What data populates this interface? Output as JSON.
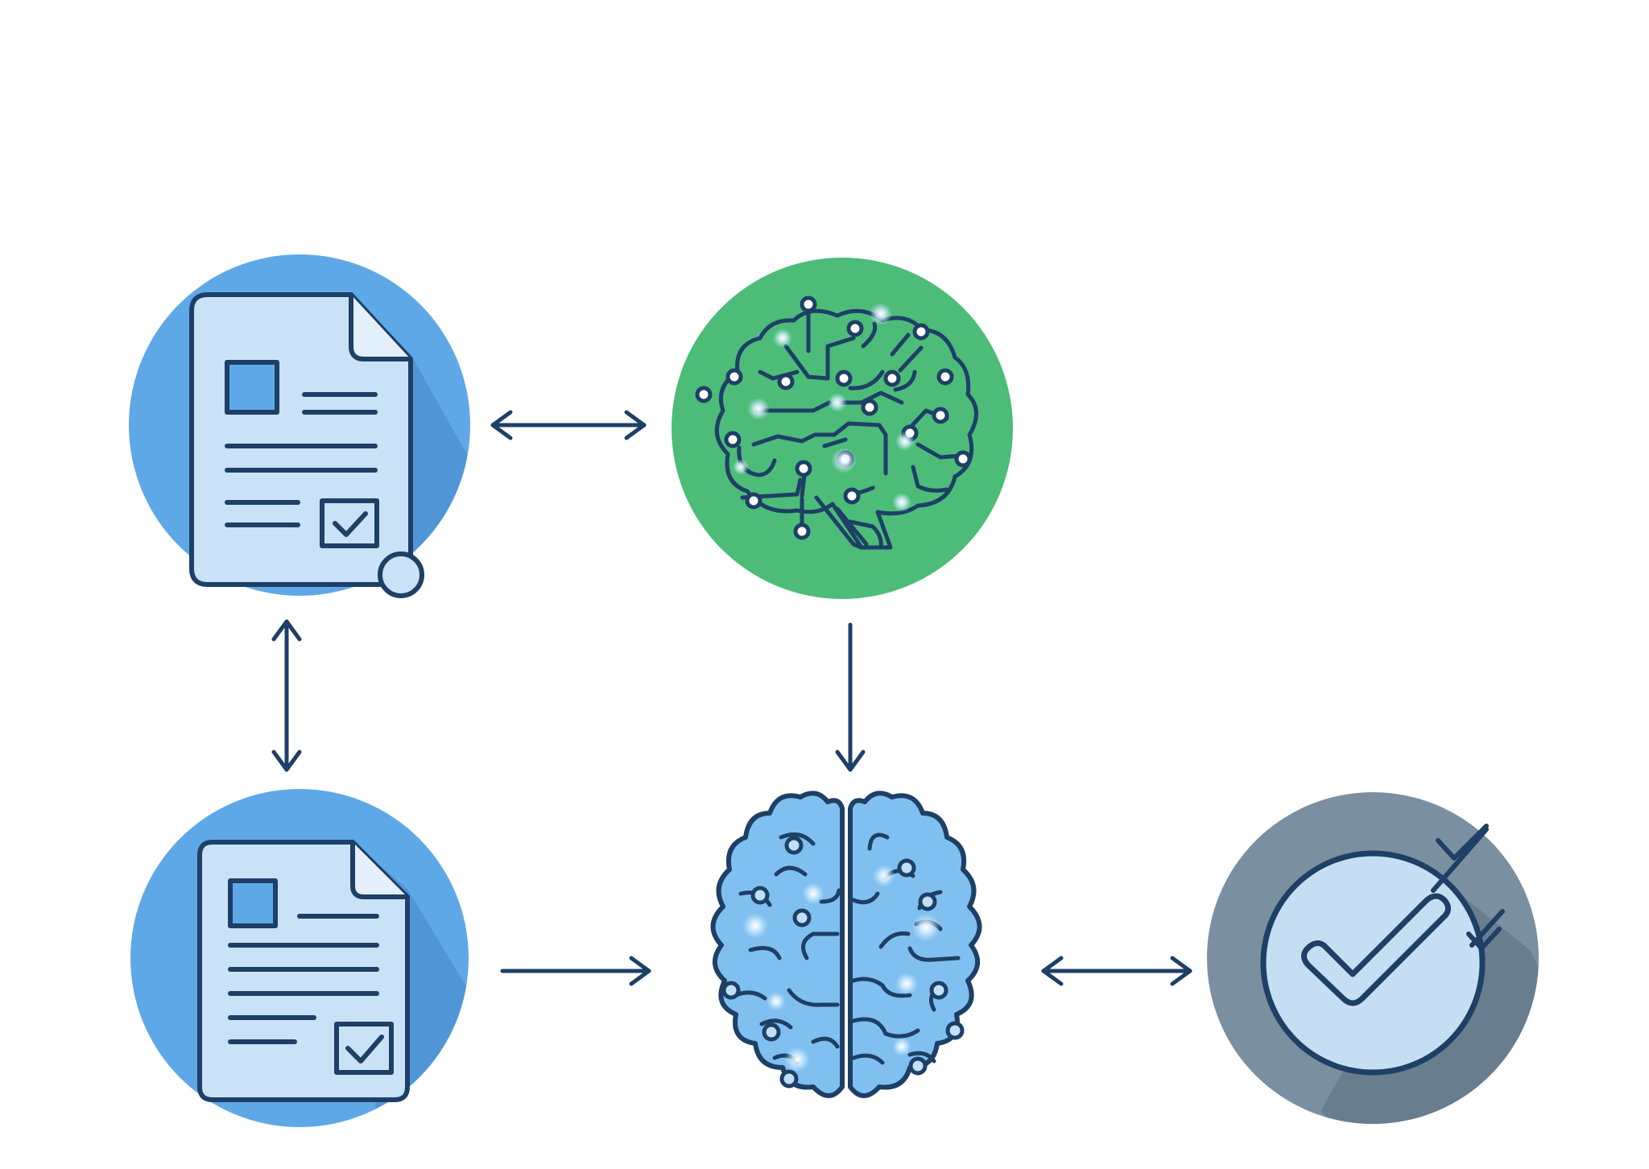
{
  "diagram": {
    "nodes": [
      {
        "id": "document-top",
        "icon": "document-with-checkbox-icon",
        "badge_icon": "circle-badge-icon",
        "fill": "#5fa8e8"
      },
      {
        "id": "ai-brain-circuit",
        "icon": "circuit-brain-icon",
        "fill": "#4cbc78"
      },
      {
        "id": "document-bottom",
        "icon": "document-with-checkbox-icon",
        "fill": "#5fa8e8"
      },
      {
        "id": "split-brain",
        "icon": "brain-hemispheres-icon",
        "fill": "#7fc0f0"
      },
      {
        "id": "verification",
        "icon": "checkmark-circle-icon",
        "fill": "#7a8fa0"
      }
    ],
    "edges": [
      {
        "from": "document-top",
        "to": "ai-brain-circuit",
        "direction": "both"
      },
      {
        "from": "document-top",
        "to": "document-bottom",
        "direction": "both"
      },
      {
        "from": "ai-brain-circuit",
        "to": "split-brain",
        "direction": "forward"
      },
      {
        "from": "document-bottom",
        "to": "split-brain",
        "direction": "forward"
      },
      {
        "from": "split-brain",
        "to": "verification",
        "direction": "both"
      }
    ]
  },
  "colors": {
    "stroke": "#1e3f66",
    "paper": "#c9e2f7",
    "doc_circle": "#5fa8e8",
    "doc_circle_shadow": "#4a8fd0",
    "ai_circle": "#4cbc78",
    "brain_fill": "#7fc0f0",
    "check_circle": "#7a8fa0",
    "check_inner": "#c6def3",
    "glow": "#e8f6ff"
  }
}
